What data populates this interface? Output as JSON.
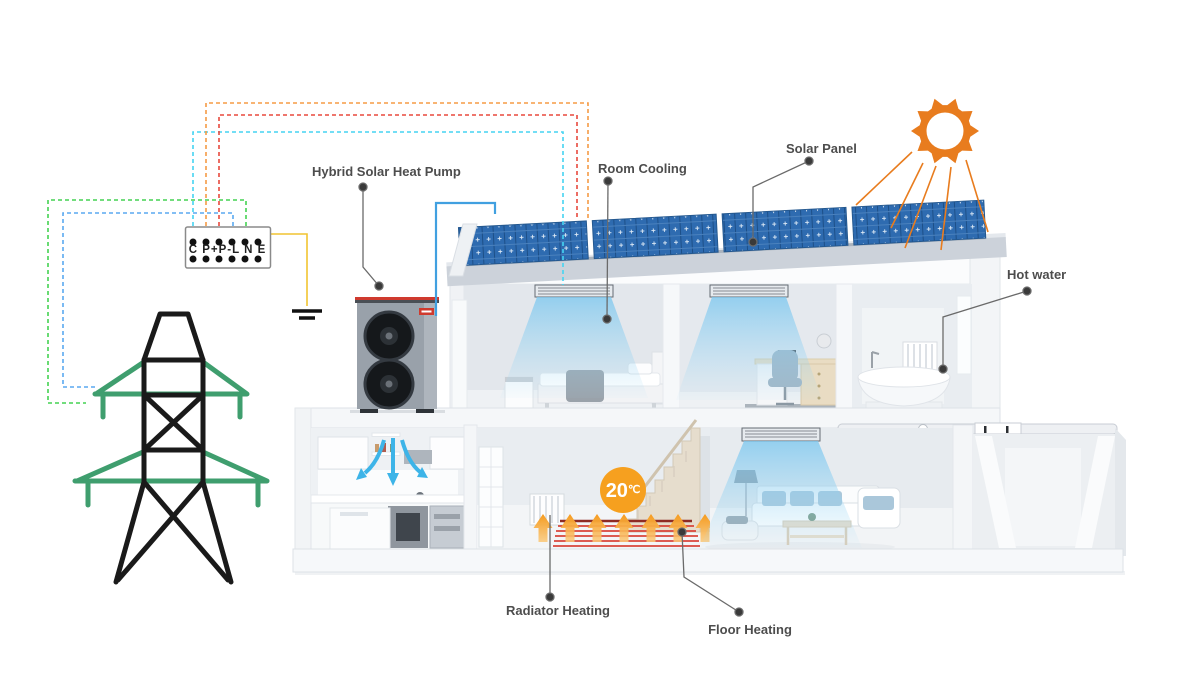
{
  "diagram": {
    "labels": {
      "heat_pump": "Hybrid Solar Heat Pump",
      "room_cooling": "Room Cooling",
      "solar_panel": "Solar Panel",
      "hot_water": "Hot water",
      "radiator_heating": "Radiator Heating",
      "floor_heating": "Floor Heating"
    },
    "terminal_block": {
      "label_row": "C P+P-L N E",
      "terminals": [
        "C",
        "P+",
        "P-",
        "L",
        "N",
        "E"
      ],
      "wire_colors": {
        "C": "#45d4f2",
        "P+": "#f59b45",
        "P-": "#e8493d",
        "L": "#5aa9f0",
        "N": "#44d252",
        "E": "#f1c431"
      }
    },
    "temperature_badge": {
      "value": "20",
      "unit": "℃"
    },
    "colors": {
      "sun_orange": "#e87c1e",
      "panel_blue": "#2e6bb0",
      "arrow_orange": "#f5a31f",
      "air_blue": "#6cc0ef",
      "heat_pump_accent_red": "#cf3a2e",
      "pylon_green": "#3f9e6e",
      "label_gray": "#4d4d4d",
      "floor_heating_red": "#d8453a"
    }
  }
}
